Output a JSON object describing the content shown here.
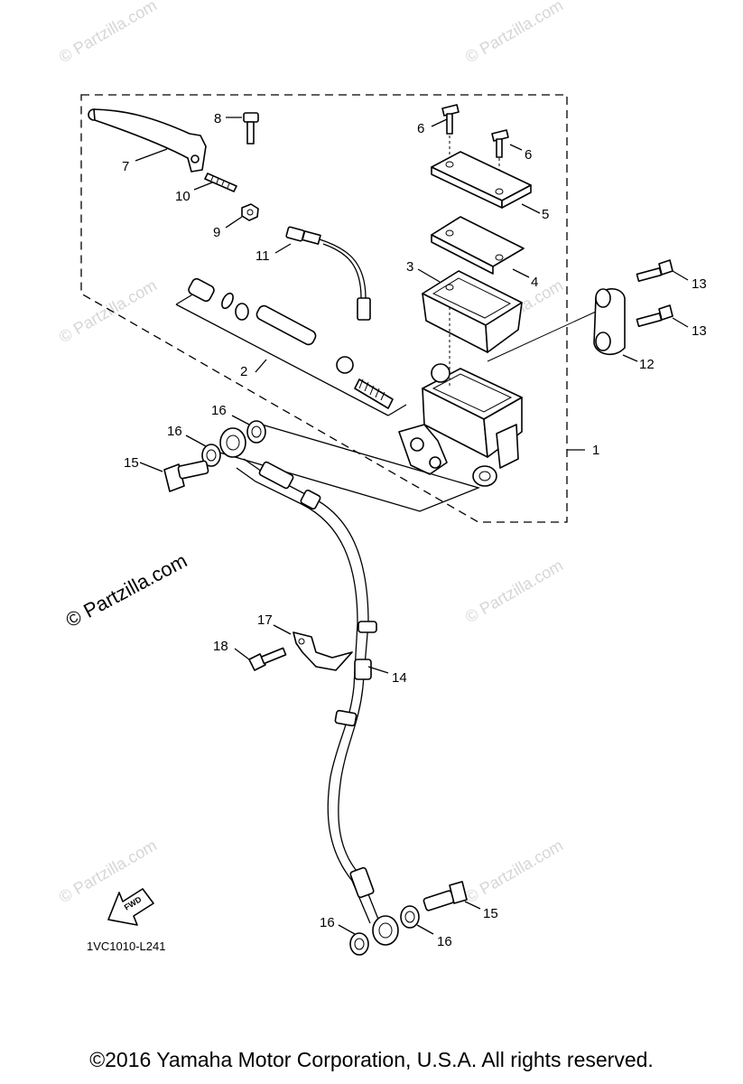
{
  "diagram": {
    "callouts": {
      "c1": "1",
      "c2": "2",
      "c3": "3",
      "c4": "4",
      "c5": "5",
      "c6a": "6",
      "c6b": "6",
      "c7": "7",
      "c8": "8",
      "c9": "9",
      "c10": "10",
      "c11": "11",
      "c12": "12",
      "c13a": "13",
      "c13b": "13",
      "c14": "14",
      "c15a": "15",
      "c15b": "15",
      "c16a": "16",
      "c16b": "16",
      "c16c": "16",
      "c16d": "16",
      "c17": "17",
      "c18": "18"
    },
    "diagram_code": "1VC1010-L241",
    "fwd_label": "FWD",
    "watermark_main": "© Partzilla.com",
    "watermark_faint": "© Partzilla.com"
  },
  "footer": {
    "copyright": "©2016 Yamaha Motor Corporation, U.S.A. All rights reserved."
  }
}
